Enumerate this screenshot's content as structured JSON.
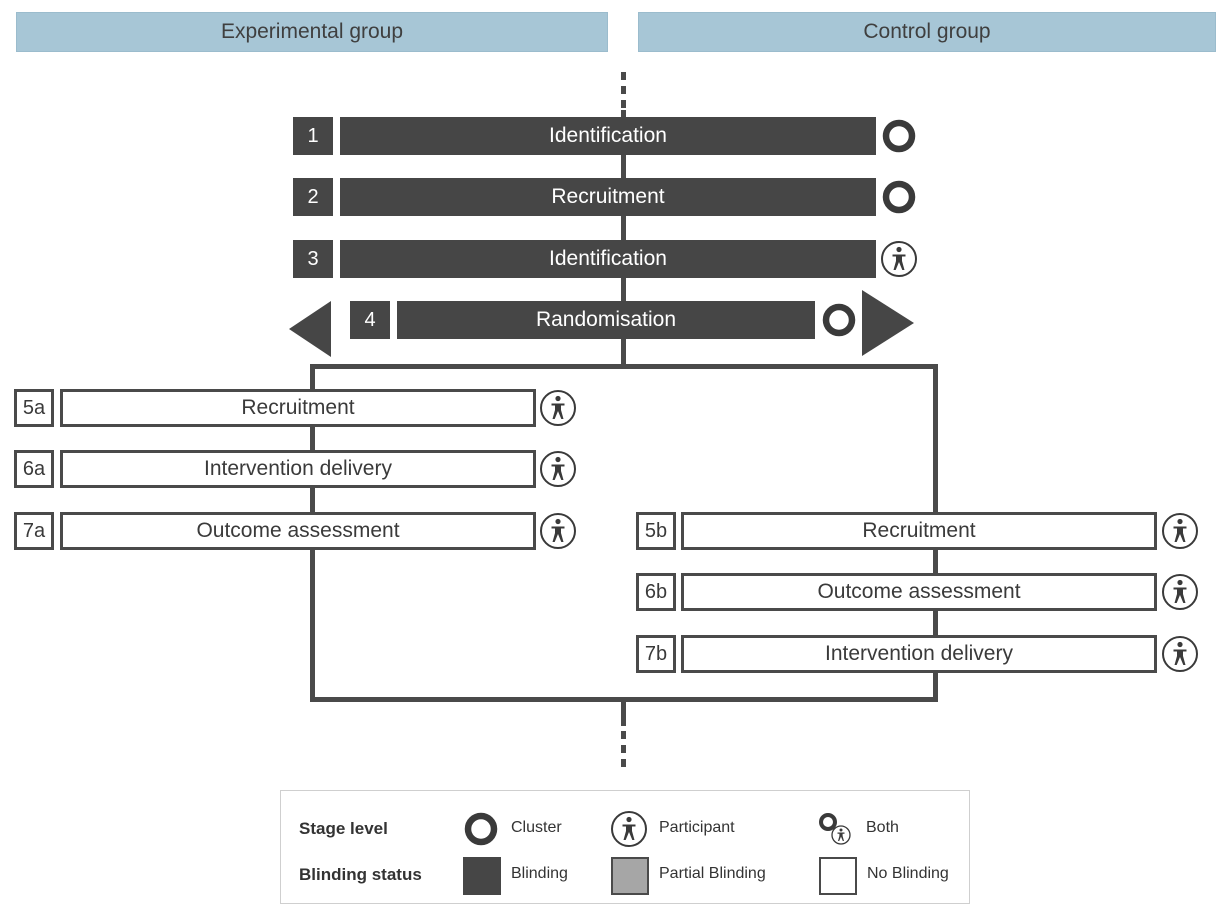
{
  "headers": {
    "experimental": "Experimental group",
    "control": "Control group"
  },
  "stages": [
    {
      "num": "1",
      "label": "Identification",
      "blinding": "Blinding",
      "level": "Cluster"
    },
    {
      "num": "2",
      "label": "Recruitment",
      "blinding": "Blinding",
      "level": "Cluster"
    },
    {
      "num": "3",
      "label": "Identification",
      "blinding": "Blinding",
      "level": "Participant"
    },
    {
      "num": "4",
      "label": "Randomisation",
      "blinding": "Blinding",
      "level": "Cluster"
    },
    {
      "num": "5a",
      "label": "Recruitment",
      "blinding": "No Blinding",
      "level": "Participant"
    },
    {
      "num": "6a",
      "label": "Intervention delivery",
      "blinding": "No Blinding",
      "level": "Participant"
    },
    {
      "num": "7a",
      "label": "Outcome assessment",
      "blinding": "No Blinding",
      "level": "Participant"
    },
    {
      "num": "5b",
      "label": "Recruitment",
      "blinding": "No Blinding",
      "level": "Participant"
    },
    {
      "num": "6b",
      "label": "Outcome assessment",
      "blinding": "No Blinding",
      "level": "Participant"
    },
    {
      "num": "7b",
      "label": "Intervention delivery",
      "blinding": "No Blinding",
      "level": "Participant"
    }
  ],
  "legend": {
    "stage_level_title": "Stage level",
    "cluster": "Cluster",
    "participant": "Participant",
    "both": "Both",
    "blinding_status_title": "Blinding status",
    "blinding": "Blinding",
    "partial_blinding": "Partial Blinding",
    "no_blinding": "No Blinding"
  },
  "colors": {
    "header_bg": "#a7c6d6",
    "blinding": "#464646",
    "partial_blinding": "#a6a6a6",
    "no_blinding": "#ffffff"
  },
  "icons": {
    "cluster": "ring-icon",
    "participant": "person-in-circle-icon",
    "both": "ring-with-person-icon"
  }
}
